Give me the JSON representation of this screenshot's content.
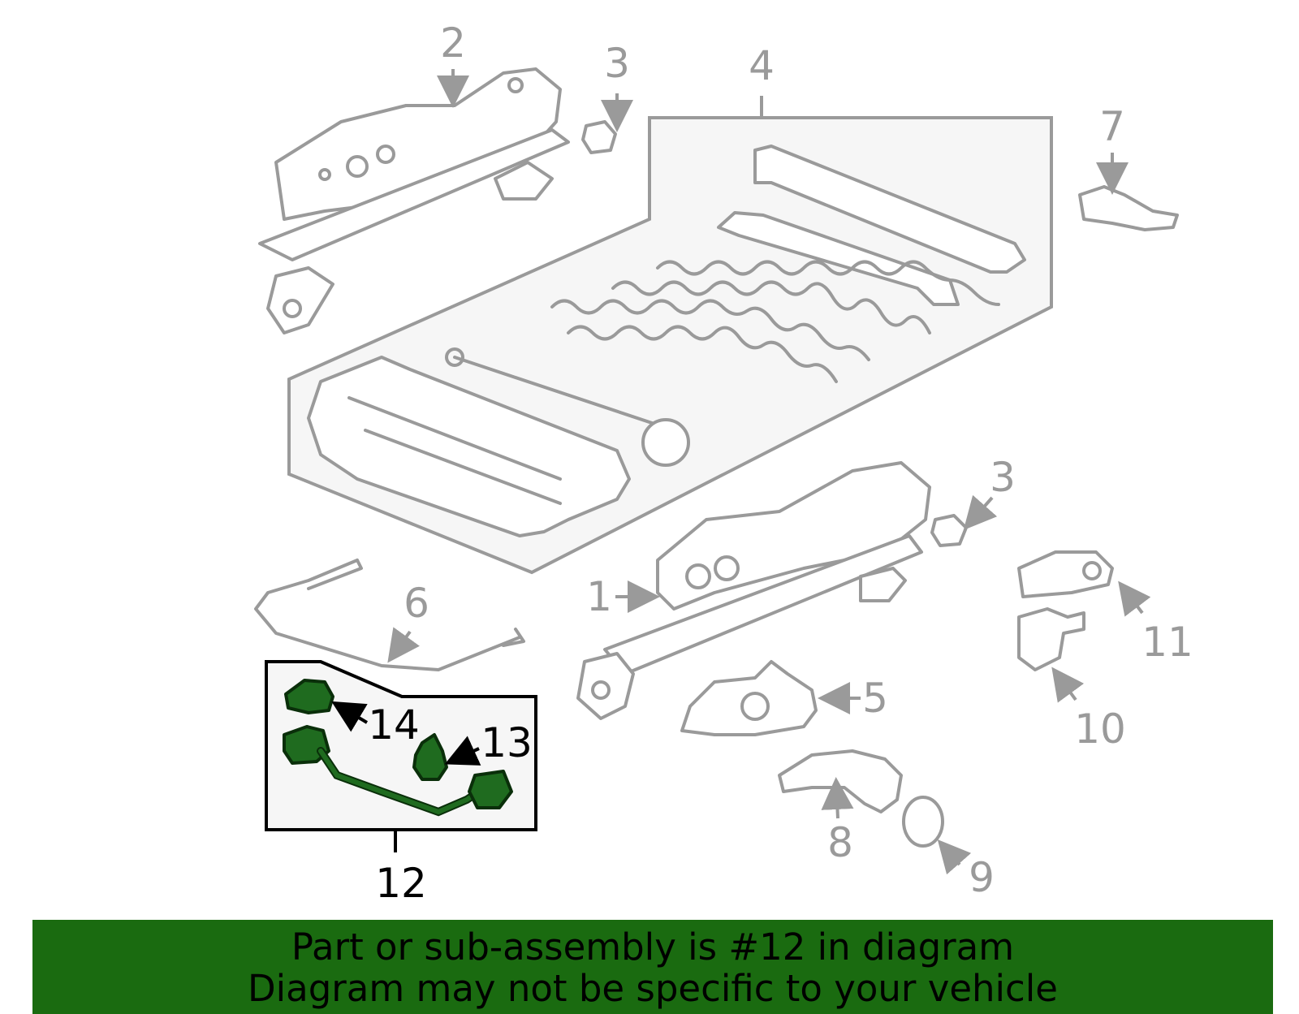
{
  "callouts": {
    "c1": "1",
    "c2": "2",
    "c3a": "3",
    "c3b": "3",
    "c4": "4",
    "c5": "5",
    "c6": "6",
    "c7": "7",
    "c8": "8",
    "c9": "9",
    "c10": "10",
    "c11": "11",
    "c12": "12",
    "c13": "13",
    "c14": "14"
  },
  "highlight_color": "#1a6b10",
  "banner": {
    "line1": "Part or sub-assembly is #12 in diagram",
    "line2": "Diagram may not be specific to your vehicle"
  }
}
